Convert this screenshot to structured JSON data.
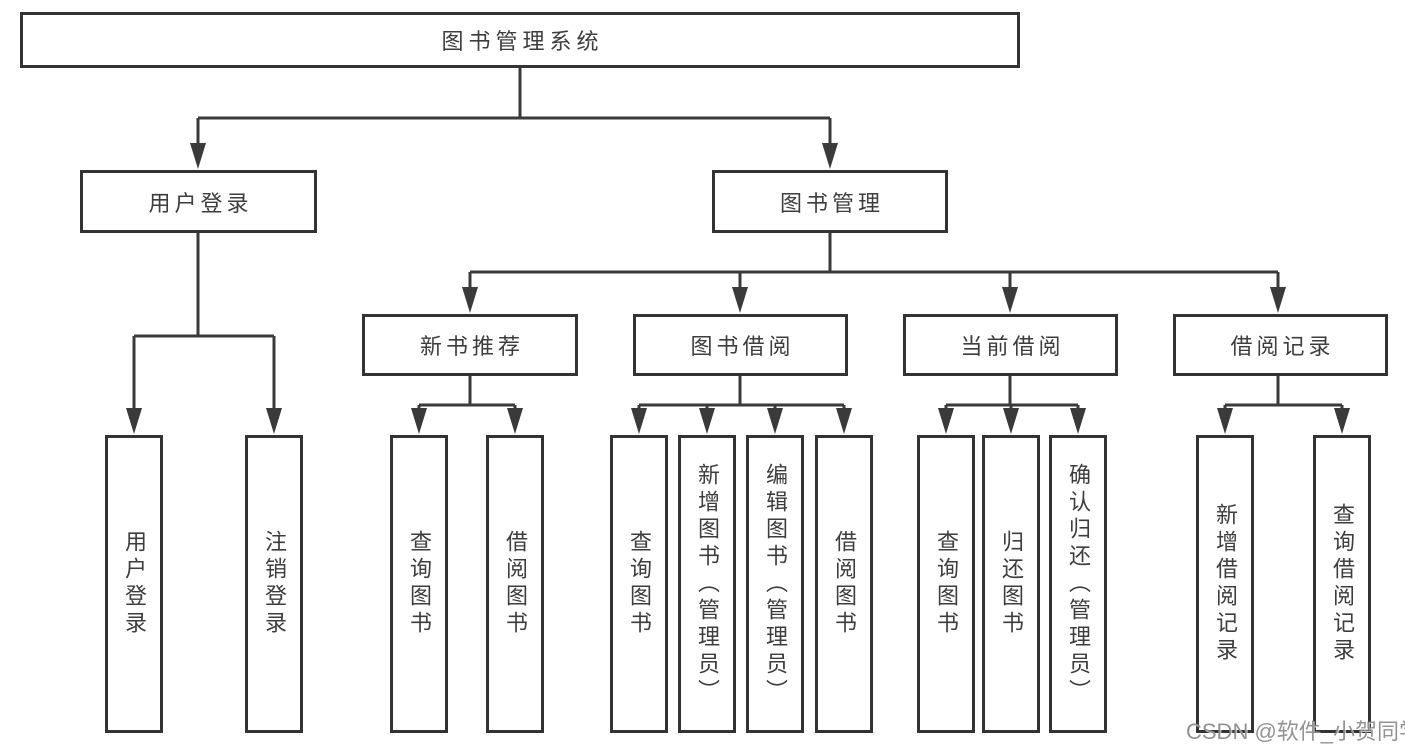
{
  "root": {
    "label": "图书管理系统"
  },
  "branches": {
    "user_login": {
      "label": "用户登录",
      "leaves": [
        "用户登录",
        "注销登录"
      ]
    },
    "book_mgmt": {
      "label": "图书管理"
    }
  },
  "sections": {
    "new_book": {
      "label": "新书推荐",
      "leaves": [
        "查询图书",
        "借阅图书"
      ]
    },
    "book_borrow": {
      "label": "图书借阅",
      "leaves": [
        "查询图书",
        "新增图书（管理员）",
        "编辑图书（管理员）",
        "借阅图书"
      ]
    },
    "current_borrow": {
      "label": "当前借阅",
      "leaves": [
        "查询图书",
        "归还图书",
        "确认归还（管理员）"
      ]
    },
    "borrow_record": {
      "label": "借阅记录",
      "leaves": [
        "新增借阅记录",
        "查询借阅记录"
      ]
    }
  },
  "watermark": "CSDN @软件_小贺同学",
  "colors": {
    "line": "#3a3a3a",
    "border": "#333333",
    "text": "#3d3d3d",
    "watermark": "#8a8a8a"
  }
}
